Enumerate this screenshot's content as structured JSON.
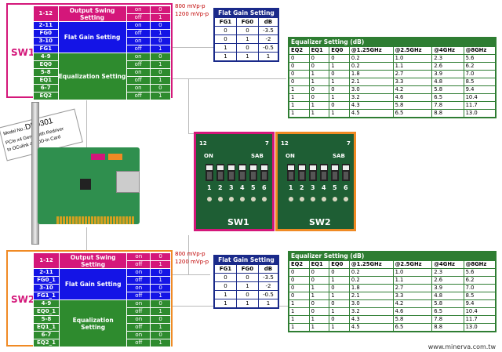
{
  "sw1": {
    "label": "SW1"
  },
  "sw2": {
    "label": "SW2"
  },
  "sw1_rows": [
    {
      "pin": "1-12",
      "group": "Output Swing Setting",
      "val": "on",
      "bit": "0"
    },
    {
      "pin": "",
      "group": "",
      "val": "off",
      "bit": "1"
    },
    {
      "pin": "2-11",
      "group": "Flat Gain Setting",
      "val": "on",
      "bit": "0"
    },
    {
      "pin": "FG0",
      "group": "",
      "val": "off",
      "bit": "1"
    },
    {
      "pin": "3-10",
      "group": "",
      "val": "on",
      "bit": "0"
    },
    {
      "pin": "FG1",
      "group": "",
      "val": "off",
      "bit": "1"
    },
    {
      "pin": "4-9",
      "group": "Equalization Setting",
      "val": "on",
      "bit": "0"
    },
    {
      "pin": "EQ0",
      "group": "",
      "val": "off",
      "bit": "1"
    },
    {
      "pin": "5-8",
      "group": "",
      "val": "on",
      "bit": "0"
    },
    {
      "pin": "EQ1",
      "group": "",
      "val": "off",
      "bit": "1"
    },
    {
      "pin": "6-7",
      "group": "",
      "val": "on",
      "bit": "0"
    },
    {
      "pin": "EQ2",
      "group": "",
      "val": "off",
      "bit": "1"
    }
  ],
  "sw2_rows": [
    {
      "pin": "1-12",
      "group": "Output Swing Setting",
      "val": "on",
      "bit": "0"
    },
    {
      "pin": "",
      "group": "",
      "val": "off",
      "bit": "1"
    },
    {
      "pin": "2-11",
      "group": "Flat Gain Setting",
      "val": "on",
      "bit": "0"
    },
    {
      "pin": "FG0_1",
      "group": "",
      "val": "off",
      "bit": "1"
    },
    {
      "pin": "3-10",
      "group": "",
      "val": "on",
      "bit": "0"
    },
    {
      "pin": "FG1_1",
      "group": "",
      "val": "off",
      "bit": "1"
    },
    {
      "pin": "4-9",
      "group": "Equalization Setting",
      "val": "on",
      "bit": "0"
    },
    {
      "pin": "EQ0_1",
      "group": "",
      "val": "off",
      "bit": "1"
    },
    {
      "pin": "5-8",
      "group": "",
      "val": "on",
      "bit": "0"
    },
    {
      "pin": "EQ1_1",
      "group": "",
      "val": "off",
      "bit": "1"
    },
    {
      "pin": "6-7",
      "group": "",
      "val": "on",
      "bit": "0"
    },
    {
      "pin": "EQ2_1",
      "group": "",
      "val": "off",
      "bit": "1"
    }
  ],
  "swing": {
    "on_val": "800 mVp-p",
    "off_val": "1200 mVp-p"
  },
  "flat_gain": {
    "title": "Flat Gain Setting",
    "headers": [
      "FG1",
      "FG0",
      "dB"
    ],
    "rows": [
      [
        "0",
        "0",
        "-3.5"
      ],
      [
        "0",
        "1",
        "-2"
      ],
      [
        "1",
        "0",
        "-0.5"
      ],
      [
        "1",
        "1",
        "1"
      ]
    ]
  },
  "equalizer": {
    "title": "Equalizer Setting (dB)",
    "headers": [
      "EQ2",
      "EQ1",
      "EQ0",
      "@1.25GHz",
      "@2.5GHz",
      "@4GHz",
      "@8GHz"
    ],
    "rows": [
      [
        "0",
        "0",
        "0",
        "0.2",
        "1.0",
        "2.3",
        "5.6"
      ],
      [
        "0",
        "0",
        "1",
        "0.2",
        "1.1",
        "2.6",
        "6.2"
      ],
      [
        "0",
        "1",
        "0",
        "1.8",
        "2.7",
        "3.9",
        "7.0"
      ],
      [
        "0",
        "1",
        "1",
        "2.1",
        "3.3",
        "4.8",
        "8.5"
      ],
      [
        "1",
        "0",
        "0",
        "3.0",
        "4.2",
        "5.8",
        "9.4"
      ],
      [
        "1",
        "0",
        "1",
        "3.2",
        "4.6",
        "6.5",
        "10.4"
      ],
      [
        "1",
        "1",
        "0",
        "4.3",
        "5.8",
        "7.8",
        "11.7"
      ],
      [
        "1",
        "1",
        "1",
        "4.5",
        "6.5",
        "8.8",
        "13.0"
      ]
    ]
  },
  "product": {
    "model_label": "Model No.:",
    "model": "DP9301",
    "line1": "PCIe x4 Gen 4 with Redriver",
    "line2": "to OCulink 4i ADD-in Card"
  },
  "dip": {
    "top_left": "12",
    "top_right": "7",
    "on": "ON",
    "sab": "SAB",
    "numbers": [
      "1",
      "2",
      "3",
      "4",
      "5",
      "6"
    ],
    "sw1_label": "SW1",
    "sw2_label": "SW2"
  },
  "footer": "www.minerva.com.tw",
  "colors": {
    "magenta": "#d4177a",
    "blue": "#1414e6",
    "green": "#2e8b2e",
    "orange": "#f08a24",
    "navy": "#1a2a8a"
  }
}
